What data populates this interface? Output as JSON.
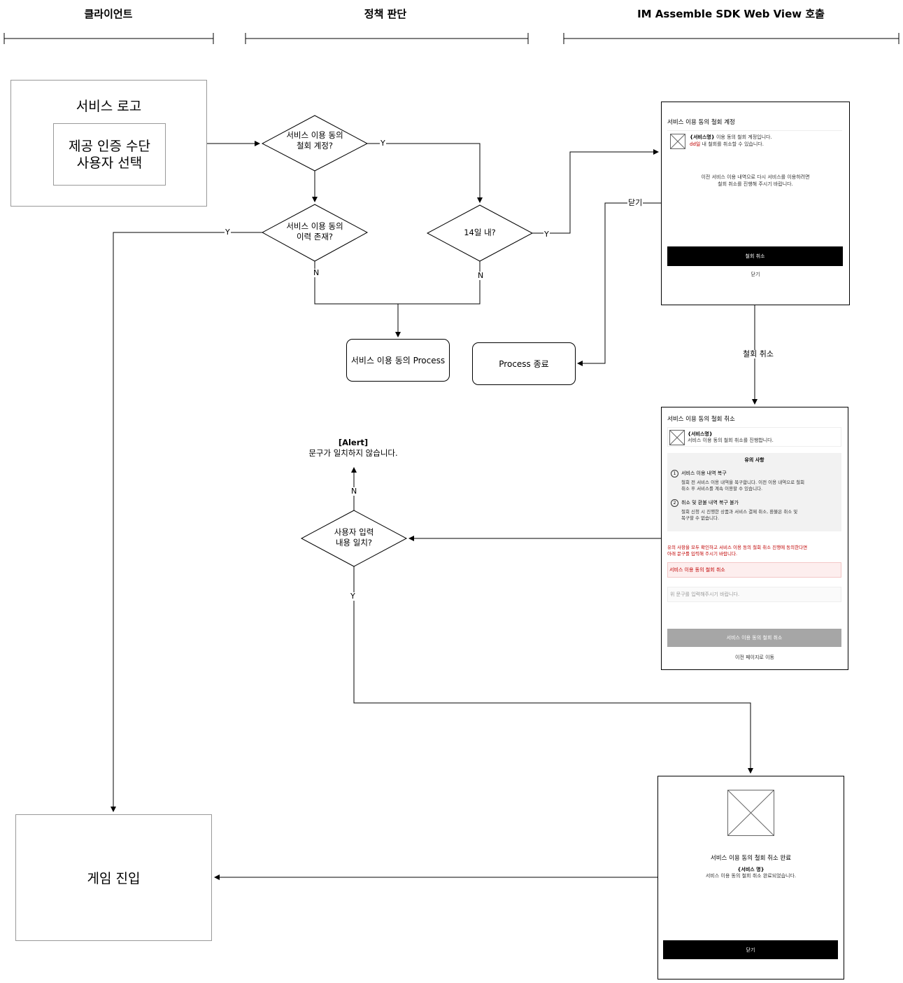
{
  "lanes": {
    "client": "클라이언트",
    "policy": "정책 판단",
    "webview": "IM Assemble SDK Web View 호출"
  },
  "client_box": {
    "title": "서비스 로고",
    "inner_line1": "제공 인증 수단",
    "inner_line2": "사용자 선택"
  },
  "decisions": {
    "d1_line1": "서비스 이용 동의",
    "d1_line2": "철회 계정?",
    "d2_line1": "서비스 이용 동의",
    "d2_line2": "이력 존재?",
    "d3": "14일 내?",
    "d4_line1": "사용자 입력",
    "d4_line2": "내용 일치?"
  },
  "processes": {
    "consent_process": "서비스 이용 동의 Process",
    "process_end": "Process 종료"
  },
  "game_entry": "게임 진입",
  "alert": {
    "title": "[Alert]",
    "message": "문구가 일치하지 않습니다."
  },
  "edge_labels": {
    "y": "Y",
    "n": "N",
    "close": "닫기",
    "cancel_withdrawal": "철회 취소"
  },
  "screen1": {
    "title": "서비스 이용 동의 철회 계정",
    "service_name": "{서비스명}",
    "line1_rest": " 이용 동의 철회 계정입니다.",
    "dday": "dd일",
    "line2_rest": " 내 철회를 취소할 수 있습니다.",
    "body_line1": "이전 서비스 이용 내역으로 다시 서비스를 이용하려면",
    "body_line2": "철회 취소를 진행해 주시기 바랍니다.",
    "primary_button": "철회 취소",
    "close_link": "닫기"
  },
  "screen2": {
    "title": "서비스 이용 동의 철회 취소",
    "service_name": "{서비스명}",
    "service_desc": "서비스 이용 동의 철회 취소를 진행합니다.",
    "notice_title": "유의 사항",
    "item1_num": "1",
    "item1_title": "서비스 이용 내역 복구",
    "item1_line1": "철회 전 서비스 이용 내역을 복구합니다. 이전 이용 내역으로 철회",
    "item1_line2": "취소 후 서비스를 계속 이용할 수 있습니다.",
    "item2_num": "2",
    "item2_title": "취소 및 환불 내역 복구 불가",
    "item2_line1": "철회 신청 시 진행한 상품과 서비스 결제 취소, 환불은 취소 및",
    "item2_line2": "복구할 수 없습니다.",
    "warn_line1": "유의 사항을 모두 확인하고 서비스 이용 동의 철회 취소 진행에 동의한다면",
    "warn_line2": "아래 문구를 입력해 주시기 바랍니다.",
    "phrase": "서비스 이용 동의 철회 취소",
    "input_placeholder": "위 문구를 입력해주시기 바랍니다.",
    "submit_button": "서비스 이용 동의 철회 취소",
    "back_link": "이전 페이지로 이동"
  },
  "screen3": {
    "title": "서비스 이용 동의 철회 취소 완료",
    "service_name": "{서비스 명}",
    "desc": "서비스 이용 동의 철회 취소 완료되었습니다.",
    "close_button": "닫기"
  },
  "colors": {
    "line": "#000000",
    "box_border": "#999999",
    "accent_red": "#c00000",
    "disabled_button": "#a6a6a6",
    "notice_bg": "#f2f2f2"
  }
}
